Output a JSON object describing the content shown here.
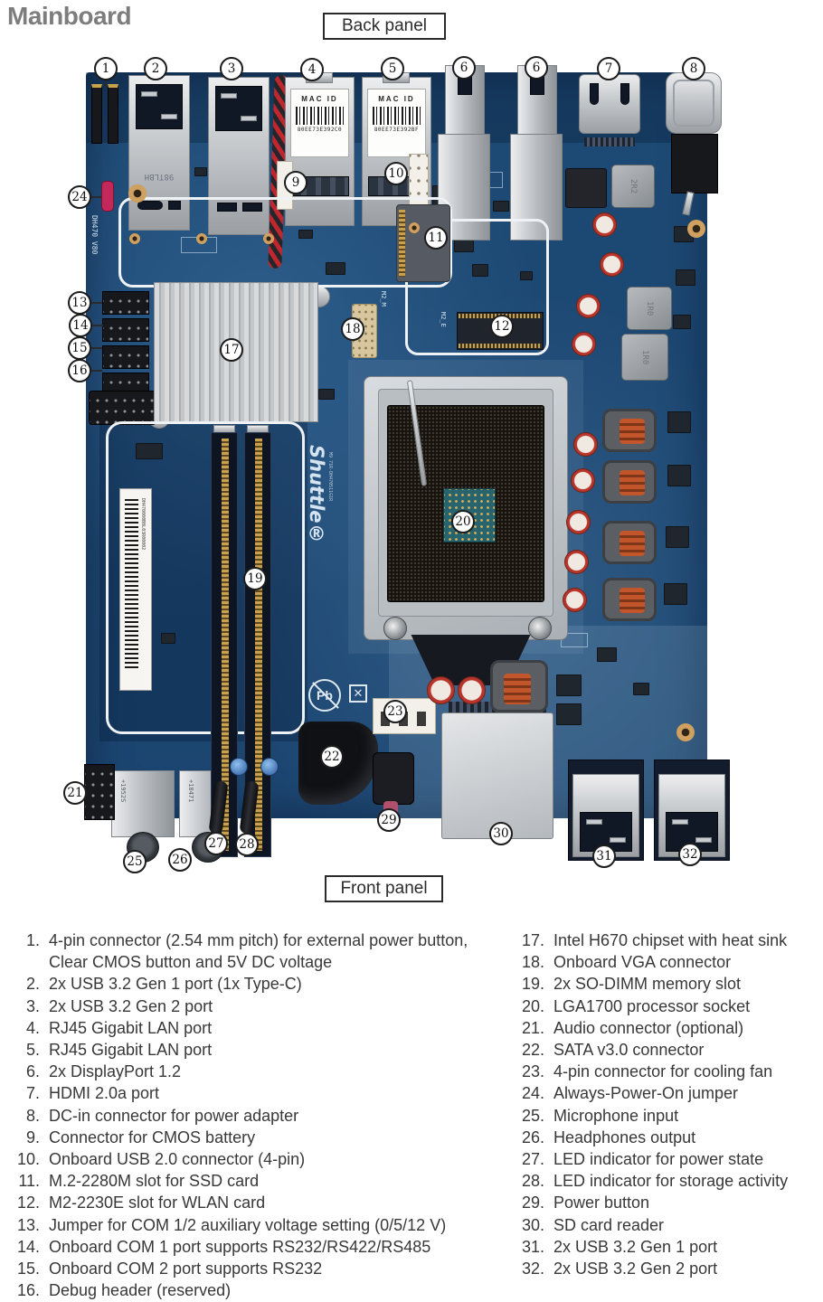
{
  "page": {
    "title": "Mainboard"
  },
  "panel_labels": {
    "back": "Back panel",
    "front": "Front panel"
  },
  "board": {
    "silkscreen": {
      "model": "DH470 V80",
      "brand": "Shuttle®",
      "brand_sub": "M9 71R-DH470511G1R",
      "sticker_code": "DH470000B0L03R00002",
      "m2m_label": "M2_M",
      "m2e_label": "M2_E",
      "pb_label": "Pb",
      "usb_chip_label": "98TLBH",
      "jack_label_1": "+1952S",
      "jack_label_2": "+18471",
      "inductor_label_1": "2R2",
      "inductor_label_2": "1R0",
      "mac_label_1": {
        "title": "MAC ID",
        "code": "80EE73E392C0"
      },
      "mac_label_2": {
        "title": "MAC ID",
        "code": "80EE73E392BF"
      }
    }
  },
  "callouts": [
    "1",
    "2",
    "3",
    "4",
    "5",
    "6",
    "6",
    "7",
    "8",
    "9",
    "10",
    "11",
    "12",
    "13",
    "14",
    "15",
    "16",
    "17",
    "18",
    "19",
    "20",
    "21",
    "22",
    "23",
    "24",
    "25",
    "26",
    "27",
    "28",
    "29",
    "30",
    "31",
    "32"
  ],
  "legend": {
    "items": [
      {
        "n": "1.",
        "t": "4-pin connector (2.54 mm pitch) for external power button, Clear CMOS button and 5V DC voltage"
      },
      {
        "n": "2.",
        "t": "2x USB 3.2 Gen 1 port (1x Type-C)"
      },
      {
        "n": "3.",
        "t": "2x USB 3.2 Gen 2 port"
      },
      {
        "n": "4.",
        "t": "RJ45 Gigabit LAN port"
      },
      {
        "n": "5.",
        "t": "RJ45 Gigabit LAN port"
      },
      {
        "n": "6.",
        "t": "2x DisplayPort 1.2"
      },
      {
        "n": "7.",
        "t": "HDMI 2.0a port"
      },
      {
        "n": "8.",
        "t": "DC-in connector for power adapter"
      },
      {
        "n": "9.",
        "t": "Connector for CMOS battery"
      },
      {
        "n": "10.",
        "t": "Onboard USB 2.0 connector (4-pin)"
      },
      {
        "n": "11.",
        "t": "M.2-2280M slot for SSD card"
      },
      {
        "n": "12.",
        "t": "M2-2230E slot for WLAN card"
      },
      {
        "n": "13.",
        "t": "Jumper for COM 1/2 auxiliary voltage setting (0/5/12 V)"
      },
      {
        "n": "14.",
        "t": "Onboard COM 1 port supports RS232/RS422/RS485"
      },
      {
        "n": "15.",
        "t": "Onboard COM 2 port supports RS232"
      },
      {
        "n": "16.",
        "t": "Debug header (reserved)"
      },
      {
        "n": "17.",
        "t": "Intel H670 chipset with heat sink"
      },
      {
        "n": "18.",
        "t": "Onboard VGA connector"
      },
      {
        "n": "19.",
        "t": "2x SO-DIMM memory slot"
      },
      {
        "n": "20.",
        "t": "LGA1700 processor socket"
      },
      {
        "n": "21.",
        "t": "Audio connector (optional)"
      },
      {
        "n": "22.",
        "t": "SATA v3.0 connector"
      },
      {
        "n": "23.",
        "t": "4-pin connector for cooling fan"
      },
      {
        "n": "24.",
        "t": "Always-Power-On jumper"
      },
      {
        "n": "25.",
        "t": "Microphone input"
      },
      {
        "n": "26.",
        "t": "Headphones output"
      },
      {
        "n": "27.",
        "t": "LED indicator for power state"
      },
      {
        "n": "28.",
        "t": "LED indicator for storage activity"
      },
      {
        "n": "29.",
        "t": "Power button"
      },
      {
        "n": "30.",
        "t": "SD card reader"
      },
      {
        "n": "31.",
        "t": "2x USB 3.2 Gen 1 port"
      },
      {
        "n": "32.",
        "t": "2x USB 3.2 Gen 2 port"
      }
    ]
  }
}
